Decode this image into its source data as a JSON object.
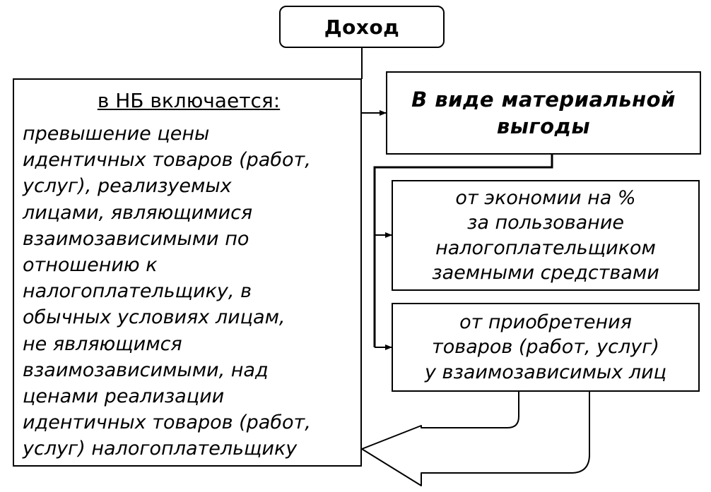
{
  "title": "Доход",
  "left_box": {
    "heading": "в НБ включается:",
    "lines": [
      "превышение цены",
      "идентичных товаров (работ,",
      "услуг), реализуемых",
      "лицами, являющимися",
      "взаимозависимыми по",
      "отношению к",
      "налогоплательщику, в",
      "обычных условиях лицам,",
      "не являющимся",
      "взаимозависимыми, над",
      "ценами реализации",
      "идентичных товаров (работ,",
      "услуг) налогоплательщику"
    ]
  },
  "material_box": {
    "lines": [
      "В виде материальной",
      "выгоды"
    ]
  },
  "sub_boxes": [
    {
      "lines": [
        "от экономии на %",
        "за пользование",
        "налогоплательщиком",
        "заемными средствами"
      ]
    },
    {
      "lines": [
        "от приобретения",
        "товаров (работ, услуг)",
        "у взаимозависимых лиц"
      ]
    }
  ]
}
